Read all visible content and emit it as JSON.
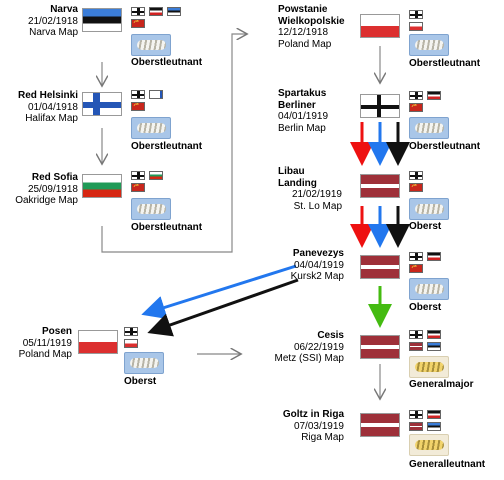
{
  "nodes": {
    "narva": {
      "title": "Narva",
      "date": "21/02/1918",
      "map": "Narva Map",
      "rank": "Oberstleutnant"
    },
    "helsinki": {
      "title": "Red Helsinki",
      "date": "01/04/1918",
      "map": "Halifax Map",
      "rank": "Oberstleutnant"
    },
    "sofia": {
      "title": "Red Sofia",
      "date": "25/09/1918",
      "map": "Oakridge Map",
      "rank": "Oberstleutnant"
    },
    "powstanie": {
      "title_line1": "Powstanie",
      "title_line2": "Wielkopolskie",
      "date": "12/12/1918",
      "map": "Poland Map",
      "rank": "Oberstleutnant"
    },
    "spartakus": {
      "title_line1": "Spartakus",
      "title_line2": "Berliner",
      "date": "04/01/1919",
      "map": "Berlin Map",
      "rank": "Oberstleutnant"
    },
    "libau": {
      "title_line1": "Libau",
      "title_line2": "Landing",
      "date": "21/02/1919",
      "map": "St. Lo Map",
      "rank": "Oberst"
    },
    "panevezys": {
      "title": "Panevezys",
      "date": "04/04/1919",
      "map": "Kursk2 Map",
      "rank": "Oberst"
    },
    "posen": {
      "title": "Posen",
      "date": "05/11/1919",
      "map": "Poland Map",
      "rank": "Oberst"
    },
    "cesis": {
      "title": "Cesis",
      "date": "06/22/1919",
      "map": "Metz (SSI) Map",
      "rank": "Generalmajor"
    },
    "goltz": {
      "title": "Goltz in Riga",
      "date": "07/03/1919",
      "map": "Riga Map",
      "rank": "Generalleutnant"
    }
  },
  "colors": {
    "red_arrow": "#ee1111",
    "blue_arrow": "#2277ee",
    "black_arrow": "#111111",
    "green_arrow": "#44bb11",
    "rank_blue": "#a9c6e8",
    "rank_beige": "#f2ebd8"
  }
}
